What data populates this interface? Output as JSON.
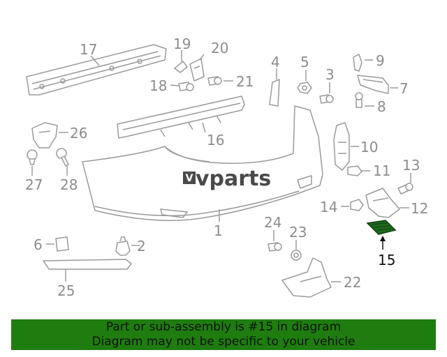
{
  "watermark": {
    "brand": "vparts",
    "logo_letter": "V"
  },
  "highlight": {
    "part": "15",
    "color": "#1e6b1e"
  },
  "callouts": {
    "c1": "1",
    "c2": "2",
    "c3": "3",
    "c4": "4",
    "c5": "5",
    "c6": "6",
    "c7": "7",
    "c8": "8",
    "c9": "9",
    "c10": "10",
    "c11": "11",
    "c12": "12",
    "c13": "13",
    "c14": "14",
    "c15": "15",
    "c16": "16",
    "c17": "17",
    "c18": "18",
    "c19": "19",
    "c20": "20",
    "c21": "21",
    "c22": "22",
    "c23": "23",
    "c24": "24",
    "c25": "25",
    "c26": "26",
    "c27": "27",
    "c28": "28"
  },
  "banner": {
    "line1": "Part or sub-assembly is #15 in diagram",
    "line2": "Diagram may not be specific to your vehicle",
    "color": "#1e7d0e"
  }
}
